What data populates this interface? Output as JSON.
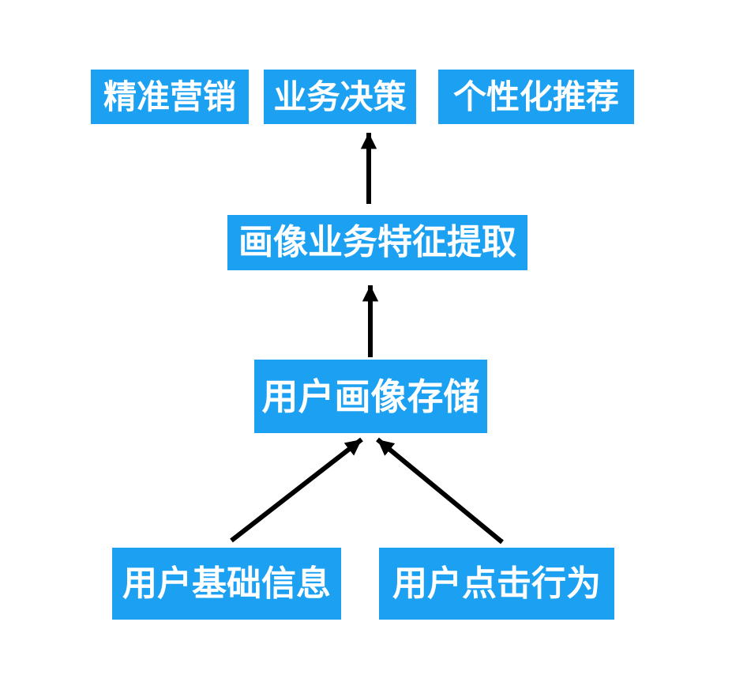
{
  "diagram": {
    "type": "flowchart",
    "direction": "bottom-to-top",
    "colors": {
      "node_fill": "#1CA0F2",
      "node_text": "#ffffff",
      "arrow": "#000000",
      "background": "#ffffff"
    },
    "nodes": {
      "precision_marketing": {
        "label": "精准营销"
      },
      "business_decision": {
        "label": "业务决策"
      },
      "personalized_recommendation": {
        "label": "个性化推荐"
      },
      "profile_feature_extraction": {
        "label": "画像业务特征提取"
      },
      "user_profile_storage": {
        "label": "用户画像存储"
      },
      "user_basic_info": {
        "label": "用户基础信息"
      },
      "user_click_behavior": {
        "label": "用户点击行为"
      }
    },
    "edges": [
      {
        "from": "user_basic_info",
        "to": "user_profile_storage"
      },
      {
        "from": "user_click_behavior",
        "to": "user_profile_storage"
      },
      {
        "from": "user_profile_storage",
        "to": "profile_feature_extraction"
      },
      {
        "from": "profile_feature_extraction",
        "to": "applications_row"
      }
    ]
  }
}
